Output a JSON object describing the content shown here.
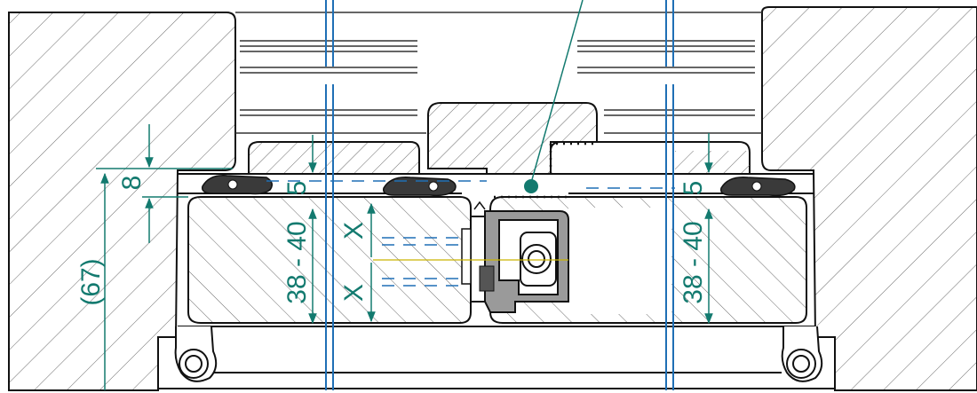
{
  "colors": {
    "outline": "#111111",
    "hatch": "#555555",
    "dimension": "#137a6f",
    "centerline": "#1f6fb5",
    "accent_yellow": "#c9b300"
  },
  "dimensions": {
    "top_gap": "8",
    "overall": "(67)",
    "left_reveal": "5",
    "left_thickness": "38 - 40",
    "left_x_upper": "X",
    "left_x_lower": "X",
    "right_reveal": "5",
    "right_thickness": "38 - 40"
  },
  "icons": {
    "leader": "leader-dot-icon",
    "hinge_left": "hinge-eye-left-icon",
    "hinge_right": "hinge-eye-right-icon",
    "pivot": "pivot-bolt-icon"
  }
}
